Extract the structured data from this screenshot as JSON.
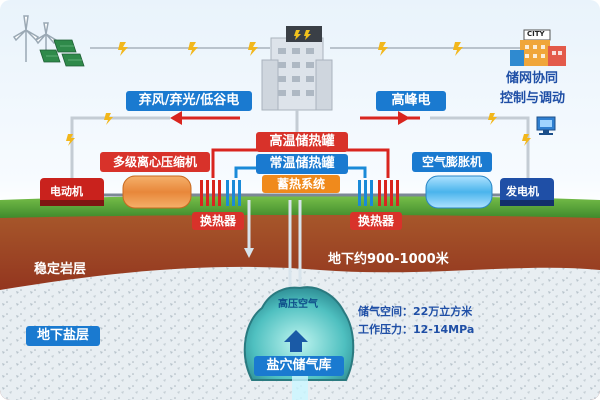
{
  "labels": {
    "renewable": "弃风/弃光/低谷电",
    "peak": "高峰电",
    "grid_control": [
      "储网协同",
      "控制与调动"
    ],
    "city": "CITY",
    "high_temp_tank": "高温储热罐",
    "normal_temp_tank": "常温储热罐",
    "heat_storage": "蓄热系统",
    "motor": "电动机",
    "compressor": "多级离心压缩机",
    "expander": "空气膨胀机",
    "generator": "发电机",
    "heat_exchanger_left": "换热器",
    "heat_exchanger_right": "换热器",
    "depth": "地下约900-1000米",
    "stable_rock": "稳定岩层",
    "salt_layer": "地下盐层",
    "high_pressure_air": "高压空气",
    "cavern": "盐穴储气库",
    "gas_space": "储气空间：22万立方米",
    "work_pressure": "工作压力：12-14MPa"
  },
  "icons": {
    "wind_turbines": "wind-turbine-icon",
    "solar_panels": "solar-panel-icon",
    "substation": "building-icon",
    "city": "city-icon",
    "computer": "computer-monitor-icon",
    "lightning": "lightning-icon"
  },
  "colors": {
    "blue_banner": "#1a7ad0",
    "red_tag": "#d8322a",
    "orange_tag": "#f08a1c",
    "hot_pipe": "#d9251f",
    "cold_pipe": "#1a8ad8",
    "ground_green": "#5aa63a",
    "rock": "#9a3d22"
  }
}
